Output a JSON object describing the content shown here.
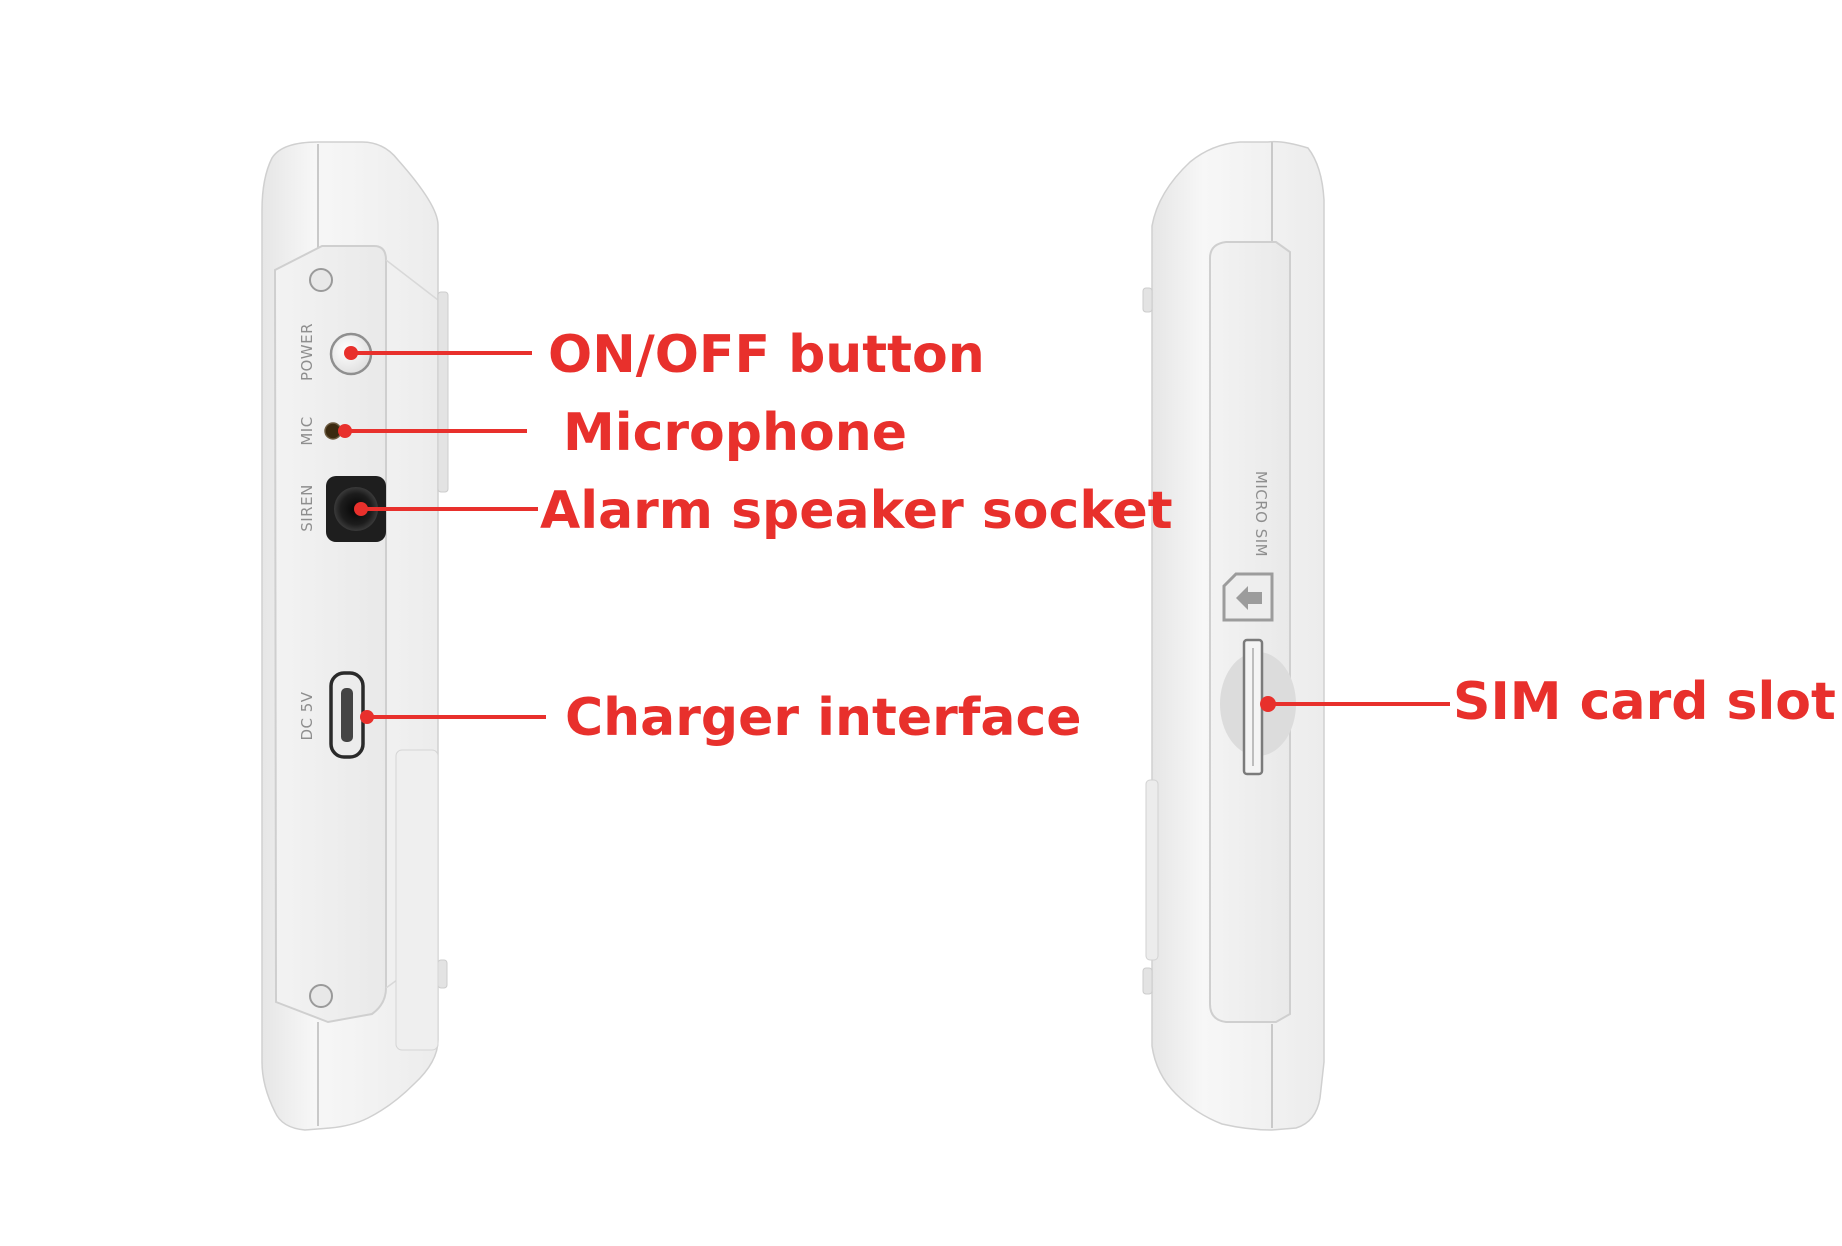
{
  "accent_color": "#e8302c",
  "device_color": "#f2f2f2",
  "left_device": {
    "markings": {
      "power": "POWER",
      "mic": "MIC",
      "siren": "SIREN",
      "dc": "DC 5V"
    }
  },
  "right_device": {
    "markings": {
      "micro_sim": "MICRO SIM"
    }
  },
  "callouts": {
    "on_off": "ON/OFF button",
    "microphone": "Microphone",
    "alarm_socket": "Alarm speaker socket",
    "charger": "Charger interface",
    "sim_slot": "SIM card slot"
  }
}
